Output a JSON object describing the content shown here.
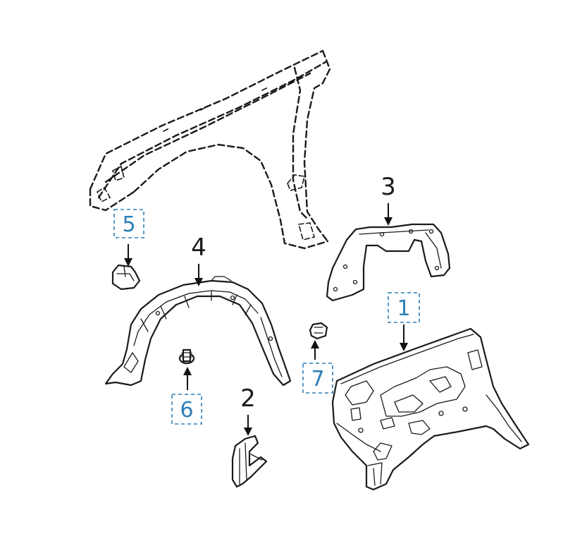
{
  "callouts": [
    {
      "id": "1",
      "text": "1",
      "boxed": true
    },
    {
      "id": "2",
      "text": "2",
      "boxed": false
    },
    {
      "id": "3",
      "text": "3",
      "boxed": false
    },
    {
      "id": "4",
      "text": "4",
      "boxed": false
    },
    {
      "id": "5",
      "text": "5",
      "boxed": true
    },
    {
      "id": "6",
      "text": "6",
      "boxed": true
    },
    {
      "id": "7",
      "text": "7",
      "boxed": true
    }
  ],
  "colors": {
    "line": "#1a1a1a",
    "callout_box": "#2d7fb8",
    "background": "#ffffff"
  }
}
